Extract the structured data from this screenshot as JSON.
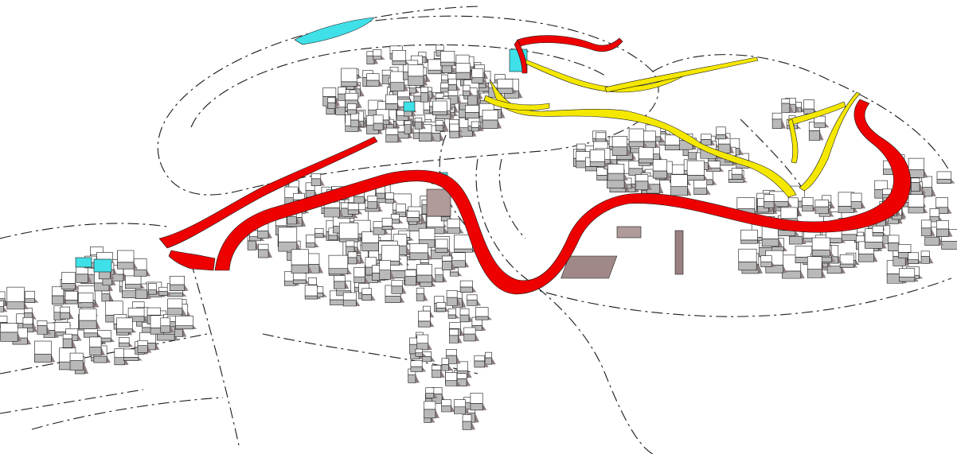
{
  "map": {
    "style": "3d-axonometric-city-model",
    "colors": {
      "background": "#ffffff",
      "building_top": "#ffffff",
      "building_side": "#b9b9b9",
      "building_shadow": "#8e7f7f",
      "outline": "#1a1a1a",
      "route_primary": "#ee0000",
      "route_secondary": "#f5e800",
      "highlight_buildings": "#3fe0e8",
      "landmark_tower": "#9a8080",
      "water": "#3fe0e8"
    },
    "layers": [
      {
        "name": "contour-lines",
        "shown": true
      },
      {
        "name": "building-blocks",
        "shown": true
      },
      {
        "name": "primary-route",
        "color_key": "route_primary",
        "shown": true
      },
      {
        "name": "secondary-route",
        "color_key": "route_secondary",
        "shown": true
      },
      {
        "name": "highlighted-buildings",
        "color_key": "highlight_buildings",
        "shown": true
      }
    ]
  }
}
